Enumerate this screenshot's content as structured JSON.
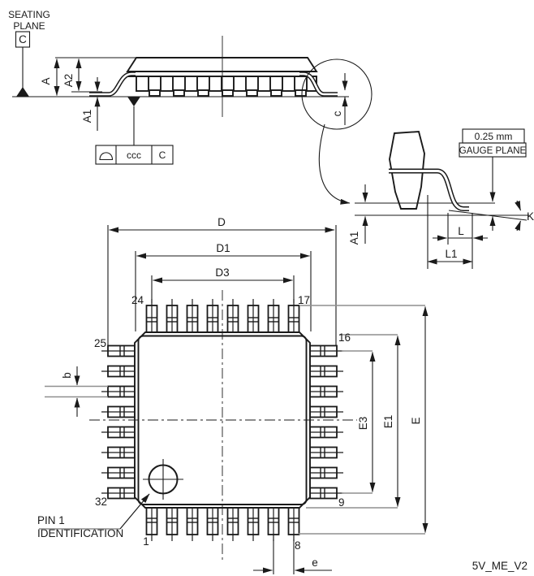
{
  "drawing": {
    "footer_code": "5V_ME_V2",
    "colors": {
      "line": "#1a1a1a",
      "gray_leader": "#8f8f8f",
      "background": "#ffffff"
    },
    "side_view": {
      "seating_plane_line1": "SEATING",
      "seating_plane_line2": "PLANE",
      "datum_label": "C",
      "tolerance_value": "ccc",
      "tolerance_datum": "C",
      "dim_a": "A",
      "dim_a2": "A2",
      "dim_a1": "A1",
      "dim_c": "c"
    },
    "lead_detail": {
      "gauge_offset": "0.25 mm",
      "gauge_plane": "GAUGE PLANE",
      "dim_a1": "A1",
      "dim_l": "L",
      "dim_l1": "L1",
      "dim_k": "K"
    },
    "top_view": {
      "dim_d": "D",
      "dim_d1": "D1",
      "dim_d3": "D3",
      "dim_e_overall": "E",
      "dim_e1": "E1",
      "dim_e3": "E3",
      "dim_b": "b",
      "dim_pitch": "e",
      "pins": {
        "p1": "1",
        "p8": "8",
        "p9": "9",
        "p16": "16",
        "p17": "17",
        "p24": "24",
        "p25": "25",
        "p32": "32"
      },
      "pin1_note_line1": "PIN 1",
      "pin1_note_line2": "IDENTIFICATION"
    }
  }
}
